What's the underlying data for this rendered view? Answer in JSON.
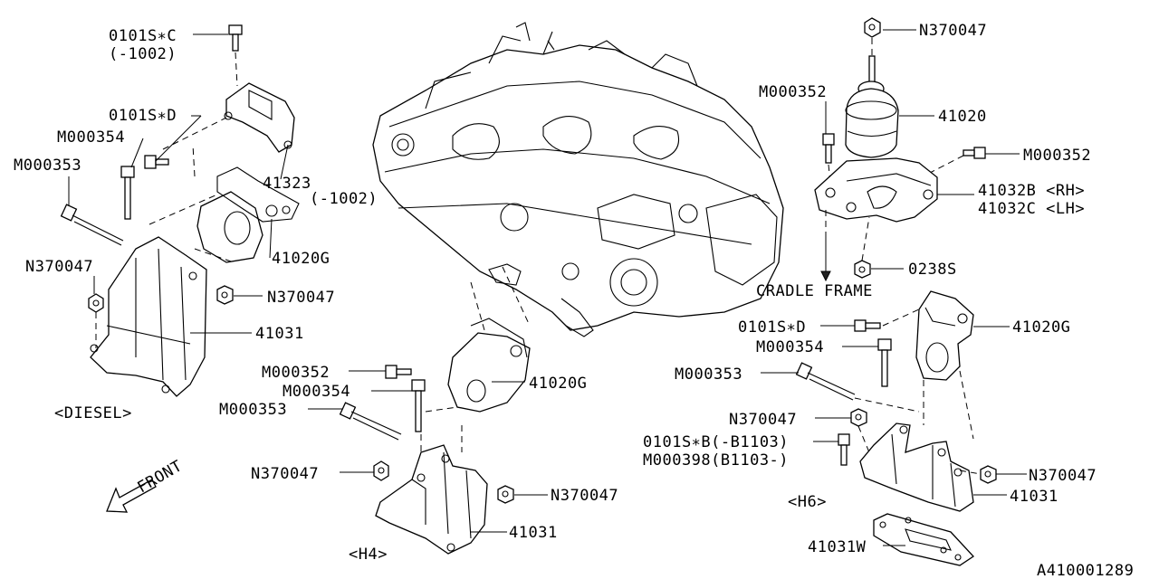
{
  "labels": {
    "top_left_bolt": "0101S∗C",
    "top_left_bolt_range": "(-1002)",
    "left_bolt_d": "0101S∗D",
    "left_m354": "M000354",
    "left_m353": "M000353",
    "left_41323": "41323",
    "left_41323_range": "(-1002)",
    "left_41020g": "41020G",
    "left_n370047_a": "N370047",
    "left_n370047_b": "N370047",
    "left_41031": "41031",
    "diesel": "<DIESEL>",
    "front": "FRONT",
    "top_right_n370047": "N370047",
    "right_41020": "41020",
    "right_m352_a": "M000352",
    "right_m352_b": "M000352",
    "right_41032b": "41032B <RH>",
    "right_41032c": "41032C <LH>",
    "right_0238s": "0238S",
    "cradle_frame": "CRADLE FRAME",
    "mid_m352": "M000352",
    "mid_m354": "M000354",
    "mid_m353": "M000353",
    "mid_41020g": "41020G",
    "mid_n370047_a": "N370047",
    "mid_n370047_b": "N370047",
    "mid_41031": "41031",
    "h4": "<H4>",
    "h6_bolt_d": "0101S∗D",
    "h6_m354": "M000354",
    "h6_m353": "M000353",
    "h6_41020g": "41020G",
    "h6_n370047_a": "N370047",
    "h6_bolt_b": "0101S∗B(-B1103)",
    "h6_m398": "M000398(B1103-)",
    "h6_n370047_b": "N370047",
    "h6_41031": "41031",
    "h6": "<H6>",
    "h6_41031w": "41031W",
    "diagram_id": "A410001289"
  }
}
